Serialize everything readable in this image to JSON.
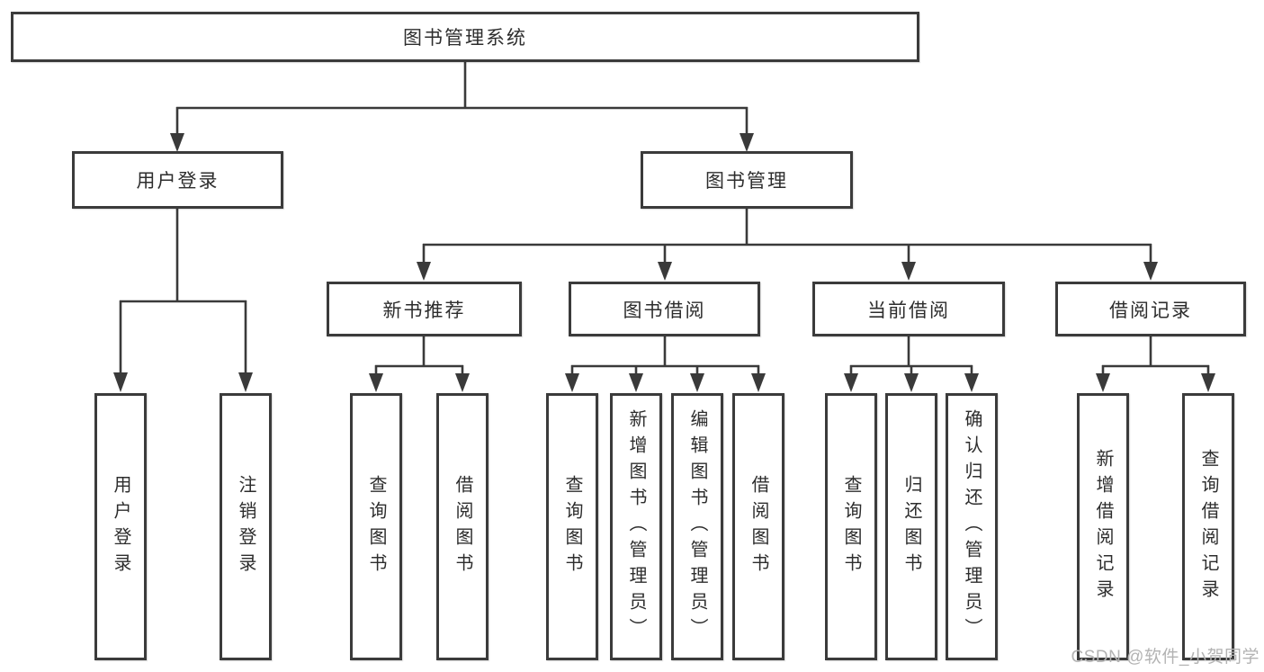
{
  "tree": {
    "root": "图书管理系统",
    "branches": [
      {
        "label": "用户登录",
        "leaves": [
          "用户登录",
          "注销登录"
        ]
      },
      {
        "label": "图书管理",
        "groups": [
          {
            "label": "新书推荐",
            "leaves": [
              "查询图书",
              "借阅图书"
            ]
          },
          {
            "label": "图书借阅",
            "leaves": [
              "查询图书",
              "新增图书（管理员）",
              "编辑图书（管理员）",
              "借阅图书"
            ]
          },
          {
            "label": "当前借阅",
            "leaves": [
              "查询图书",
              "归还图书",
              "确认归还（管理员）"
            ]
          },
          {
            "label": "借阅记录",
            "leaves": [
              "新增借阅记录",
              "查询借阅记录"
            ]
          }
        ]
      }
    ]
  },
  "watermark": {
    "text": "CSDN @软件_小贺同学"
  },
  "colors": {
    "line": "#3a3a3a",
    "box_border": "#3b3b3b",
    "text": "#2d2d2d",
    "watermark": "#b3b3b3",
    "background": "#ffffff"
  }
}
